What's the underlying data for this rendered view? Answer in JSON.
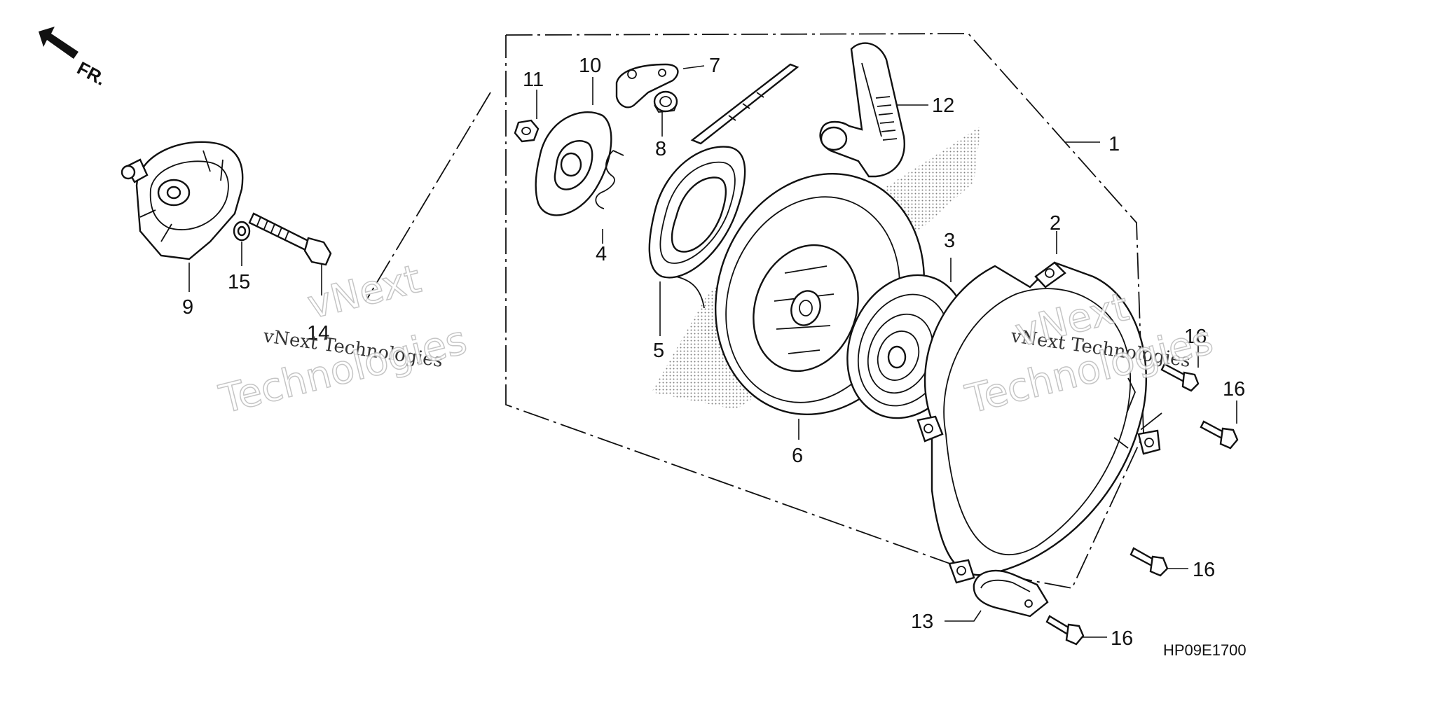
{
  "direction_label": "FR.",
  "diagram_code": "HP09E1700",
  "watermark": {
    "small": "vNext Technologies",
    "big_line1": "vNext",
    "big_line2": "Technologies"
  },
  "callouts": {
    "c1": "1",
    "c2": "2",
    "c3": "3",
    "c4": "4",
    "c5": "5",
    "c6": "6",
    "c7": "7",
    "c8": "8",
    "c9": "9",
    "c10": "10",
    "c11": "11",
    "c12": "12",
    "c13": "13",
    "c14": "14",
    "c15": "15",
    "c16a": "16",
    "c16b": "16",
    "c16c": "16",
    "c16d": "16"
  }
}
